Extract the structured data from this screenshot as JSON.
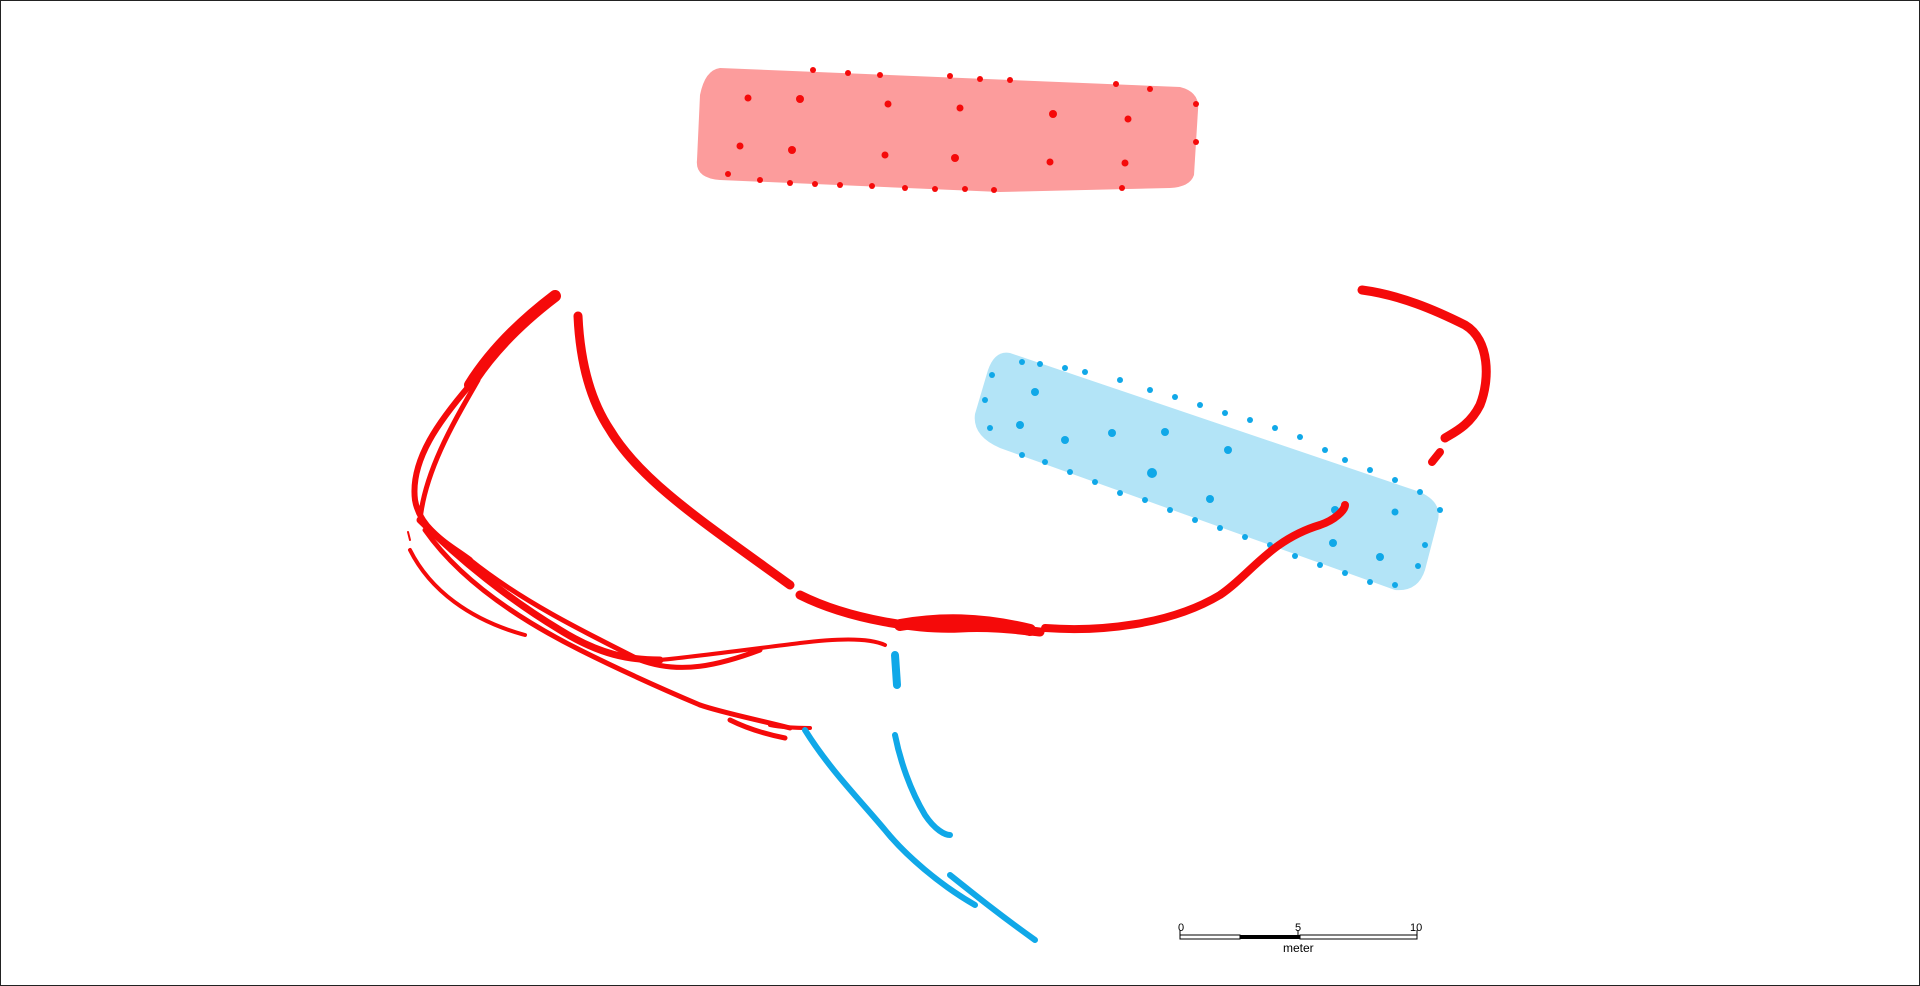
{
  "colors": {
    "red_feature": "#f50a0a",
    "red_fill": "#fc9c9c",
    "blue_feature": "#10a8e8",
    "blue_fill": "#b3e4f7",
    "frame": "#222222",
    "background": "#ffffff"
  },
  "scale_bar": {
    "ticks": [
      "0",
      "5",
      "10"
    ],
    "unit": "meter"
  }
}
